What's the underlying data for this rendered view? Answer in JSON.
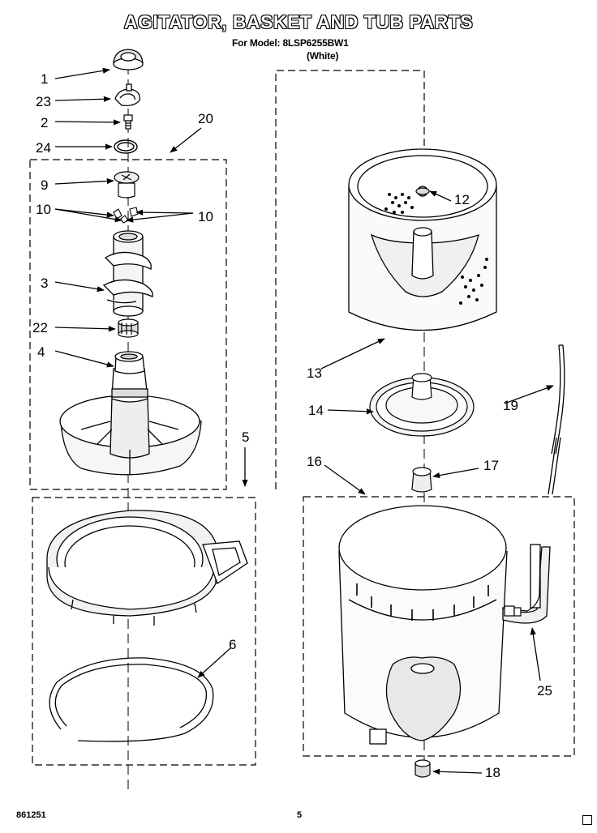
{
  "title": "AGITATOR, BASKET AND TUB PARTS",
  "model_line": "For Model: 8LSP6255BW1",
  "color_line": "(White)",
  "callouts": {
    "c1": "1",
    "c23": "23",
    "c2": "2",
    "c24": "24",
    "c20": "20",
    "c9": "9",
    "c10a": "10",
    "c10b": "10",
    "c3": "3",
    "c22": "22",
    "c4": "4",
    "c5": "5",
    "c6": "6",
    "c12": "12",
    "c13": "13",
    "c14": "14",
    "c19": "19",
    "c16": "16",
    "c17": "17",
    "c25": "25",
    "c18": "18"
  },
  "footer": {
    "code": "861251",
    "page": "5"
  }
}
